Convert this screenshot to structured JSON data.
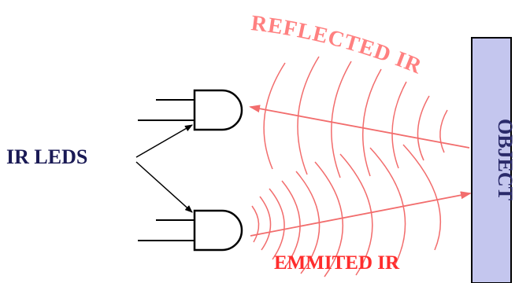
{
  "labels": {
    "ir_leds": "IR LEDS",
    "reflected": "REFLECTED IR",
    "emitted": "EMMITED IR",
    "object": "OBJECT"
  },
  "colors": {
    "wave": "#f26d6d",
    "reflected_text": "#ff8080",
    "emitted_text": "#ff2d2d",
    "led_label": "#1a1a55",
    "object_fill": "#c4c6ee",
    "object_text": "#2a2a6a",
    "outline": "#000000"
  },
  "icons": {
    "led": "led-shape-icon"
  }
}
